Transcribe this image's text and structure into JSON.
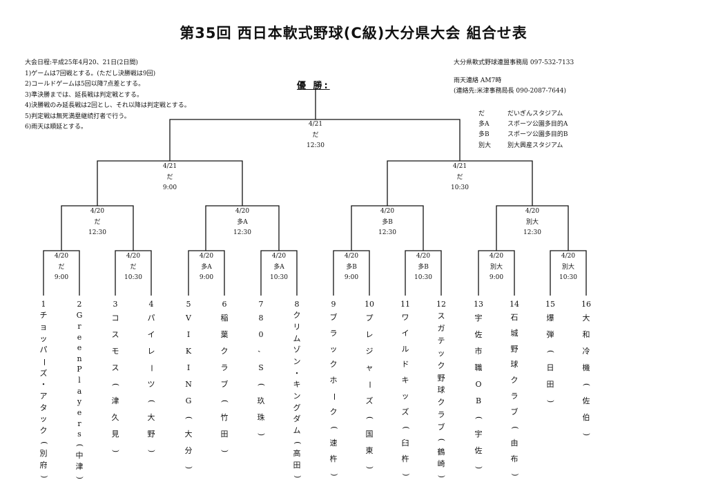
{
  "title": "第35回 西日本軟式野球(C級)大分県大会 組合せ表",
  "rules": [
    "大会日程:平成25年4月20、21日(2日間)",
    "1)ゲームは7回戦とする。(ただし決勝戦は9回)",
    "2)コールドゲームは5回以降7点差とする。",
    "3)準決勝までは、延長戦は判定戦とする。",
    "4)決勝戦のみ延長戦は2回とし、それ以降は判定戦とする。",
    "5)判定戦は無死満塁継続打者で行う。",
    "6)雨天は順延とする。"
  ],
  "contact": {
    "office": "大分県軟式野球連盟事務局 097-532-7133",
    "rain": "雨天連絡 AM7時",
    "rain_contact": "(連絡先:米津事務局長 090-2087-7644)"
  },
  "venues": [
    {
      "key": "だ",
      "name": "だいぎんスタジアム"
    },
    {
      "key": "多A",
      "name": "スポーツ公園多目的A"
    },
    {
      "key": "多B",
      "name": "スポーツ公園多目的B"
    },
    {
      "key": "別大",
      "name": "別大興産スタジアム"
    }
  ],
  "winner_label": "優 勝:",
  "matches": {
    "final": {
      "date": "4/21",
      "venue": "だ",
      "time": "12:30"
    },
    "sf1": {
      "date": "4/21",
      "venue": "だ",
      "time": "9:00"
    },
    "sf2": {
      "date": "4/21",
      "venue": "だ",
      "time": "10:30"
    },
    "qf1": {
      "date": "4/20",
      "venue": "だ",
      "time": "12:30"
    },
    "qf2": {
      "date": "4/20",
      "venue": "多A",
      "time": "12:30"
    },
    "qf3": {
      "date": "4/20",
      "venue": "多B",
      "time": "12:30"
    },
    "qf4": {
      "date": "4/20",
      "venue": "別大",
      "time": "12:30"
    },
    "r1": {
      "date": "4/20",
      "venue": "だ",
      "time": "9:00"
    },
    "r2": {
      "date": "4/20",
      "venue": "だ",
      "time": "10:30"
    },
    "r3": {
      "date": "4/20",
      "venue": "多A",
      "time": "9:00"
    },
    "r4": {
      "date": "4/20",
      "venue": "多A",
      "time": "10:30"
    },
    "r5": {
      "date": "4/20",
      "venue": "多B",
      "time": "9:00"
    },
    "r6": {
      "date": "4/20",
      "venue": "多B",
      "time": "10:30"
    },
    "r7": {
      "date": "4/20",
      "venue": "別大",
      "time": "9:00"
    },
    "r8": {
      "date": "4/20",
      "venue": "別大",
      "time": "10:30"
    }
  },
  "teams": [
    {
      "num": "1",
      "name": "チョッパーズ・アタック(別府)"
    },
    {
      "num": "2",
      "name": "GreenPlayers(中津)"
    },
    {
      "num": "3",
      "name": "コスモス(津久見)"
    },
    {
      "num": "4",
      "name": "パイレーツ(大野)"
    },
    {
      "num": "5",
      "name": "VIKING(大分)"
    },
    {
      "num": "6",
      "name": "稲葉クラブ(竹田)"
    },
    {
      "num": "7",
      "name": "80,S(玖珠)"
    },
    {
      "num": "8",
      "name": "クリムゾン・キングダム(高田)"
    },
    {
      "num": "9",
      "name": "ブラックホーク(速杵)"
    },
    {
      "num": "10",
      "name": "プレジャーズ(国東)"
    },
    {
      "num": "11",
      "name": "ワイルドキッズ(臼杵)"
    },
    {
      "num": "12",
      "name": "スガテック野球クラブ(鶴崎)"
    },
    {
      "num": "13",
      "name": "宇佐市職OB(宇佐)"
    },
    {
      "num": "14",
      "name": "石城野球クラブ(由布)"
    },
    {
      "num": "15",
      "name": "爆弾(日田)"
    },
    {
      "num": "16",
      "name": "大和冷機(佐伯)"
    }
  ]
}
